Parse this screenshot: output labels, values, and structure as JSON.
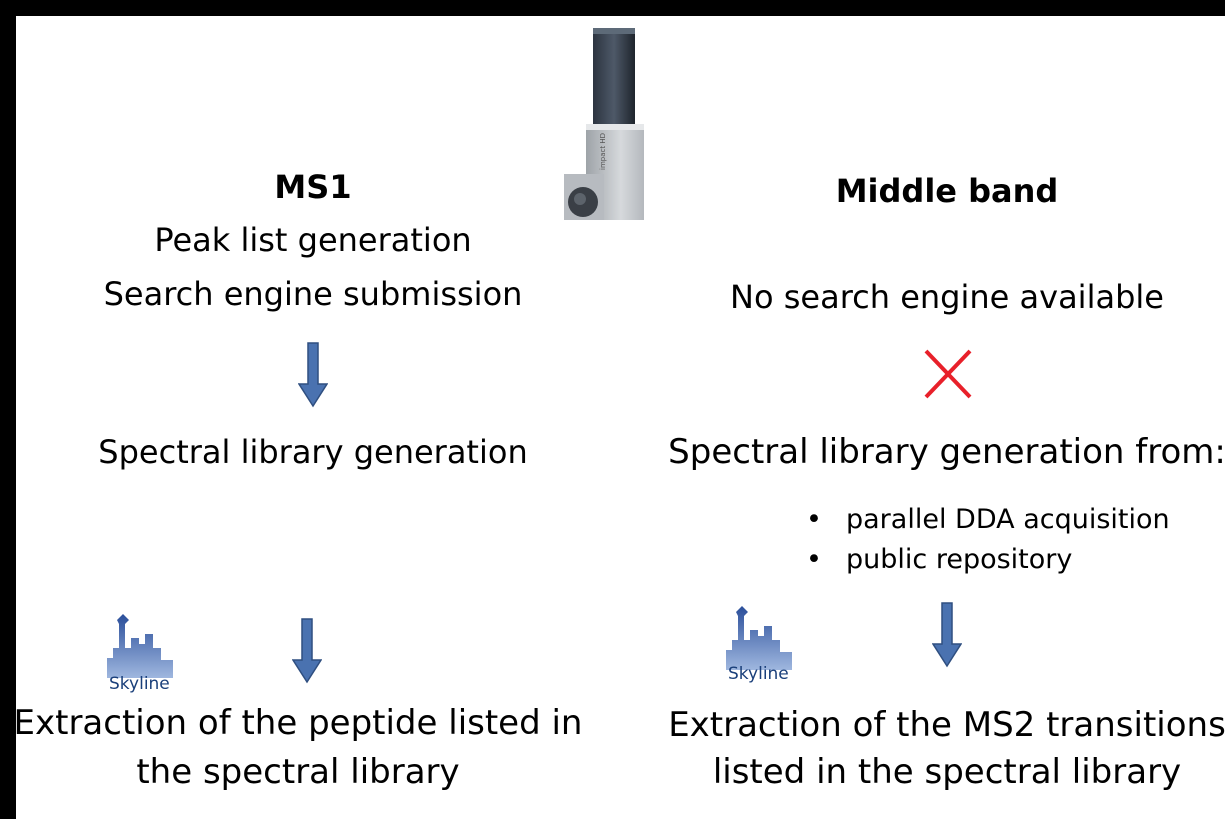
{
  "left": {
    "heading": "MS1",
    "line1": "Peak list generation",
    "line2": "Search engine submission",
    "library": "Spectral library generation",
    "skyline_label": "Skyline",
    "extraction1": "Extraction of the peptide listed in",
    "extraction2": "the spectral library"
  },
  "right": {
    "heading": "Middle band",
    "no_search": "No search engine available",
    "library": "Spectral library generation from:",
    "bullets": [
      "parallel DDA acquisition",
      "public repository"
    ],
    "skyline_label": "Skyline",
    "extraction1": "Extraction of the MS2 transitions",
    "extraction2": "listed in the spectral library"
  },
  "instrument": {
    "label": "impact HD"
  },
  "colors": {
    "arrow_fill": "#4a72b0",
    "arrow_stroke": "#2f4f80",
    "cross": "#e8202a",
    "frame": "#000000"
  }
}
